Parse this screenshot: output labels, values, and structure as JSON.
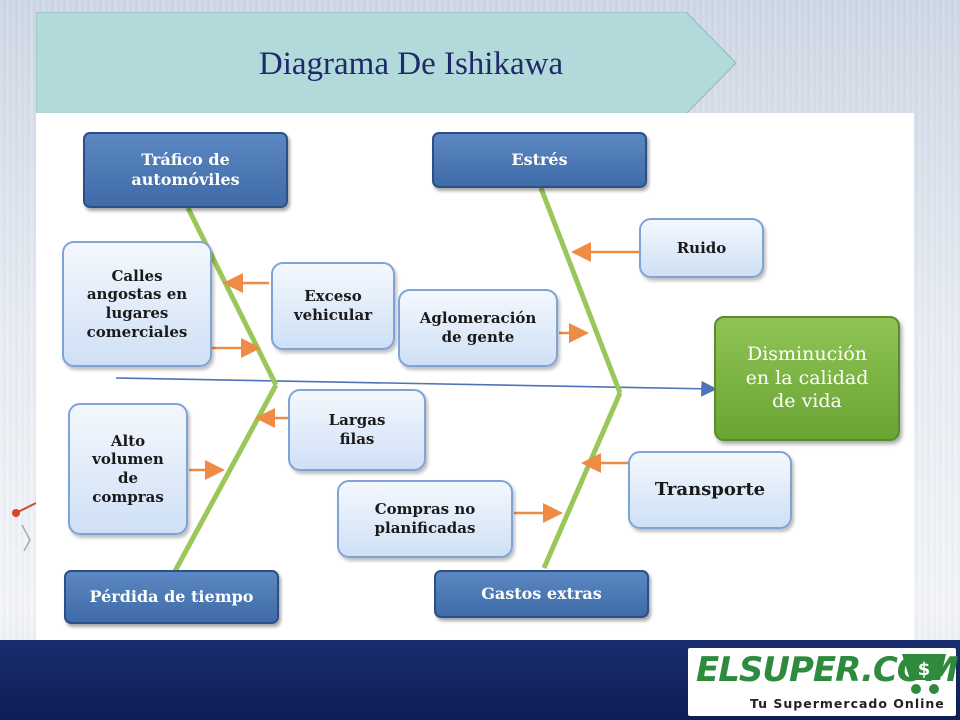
{
  "title": "Diagrama De Ishikawa",
  "diagram": {
    "categories": {
      "trafico": "Tráfico de automóviles",
      "estres": "Estrés",
      "perdida": "Pérdida de tiempo",
      "gastos": "Gastos extras"
    },
    "causes": {
      "calles": "Calles angostas en lugares comerciales",
      "exceso": "Exceso vehicular",
      "aglomeracion": "Aglomeración de gente",
      "ruido": "Ruido",
      "alto_volumen": "Alto volumen de compras",
      "largas_filas": "Largas filas",
      "compras": "Compras no planificadas",
      "transporte": "Transporte"
    },
    "effect": "Disminución en la calidad de vida"
  },
  "logo": {
    "brand": "ELSUPER.COM",
    "tagline": "Tu Supermercado Online"
  },
  "colors": {
    "category_blue": "#4a76b3",
    "effect_green": "#7ab547",
    "bone_green": "#9bc75a",
    "arrow_orange": "#ee8b45",
    "spine_blue": "#4f73b8",
    "footer_navy": "#14256a"
  }
}
